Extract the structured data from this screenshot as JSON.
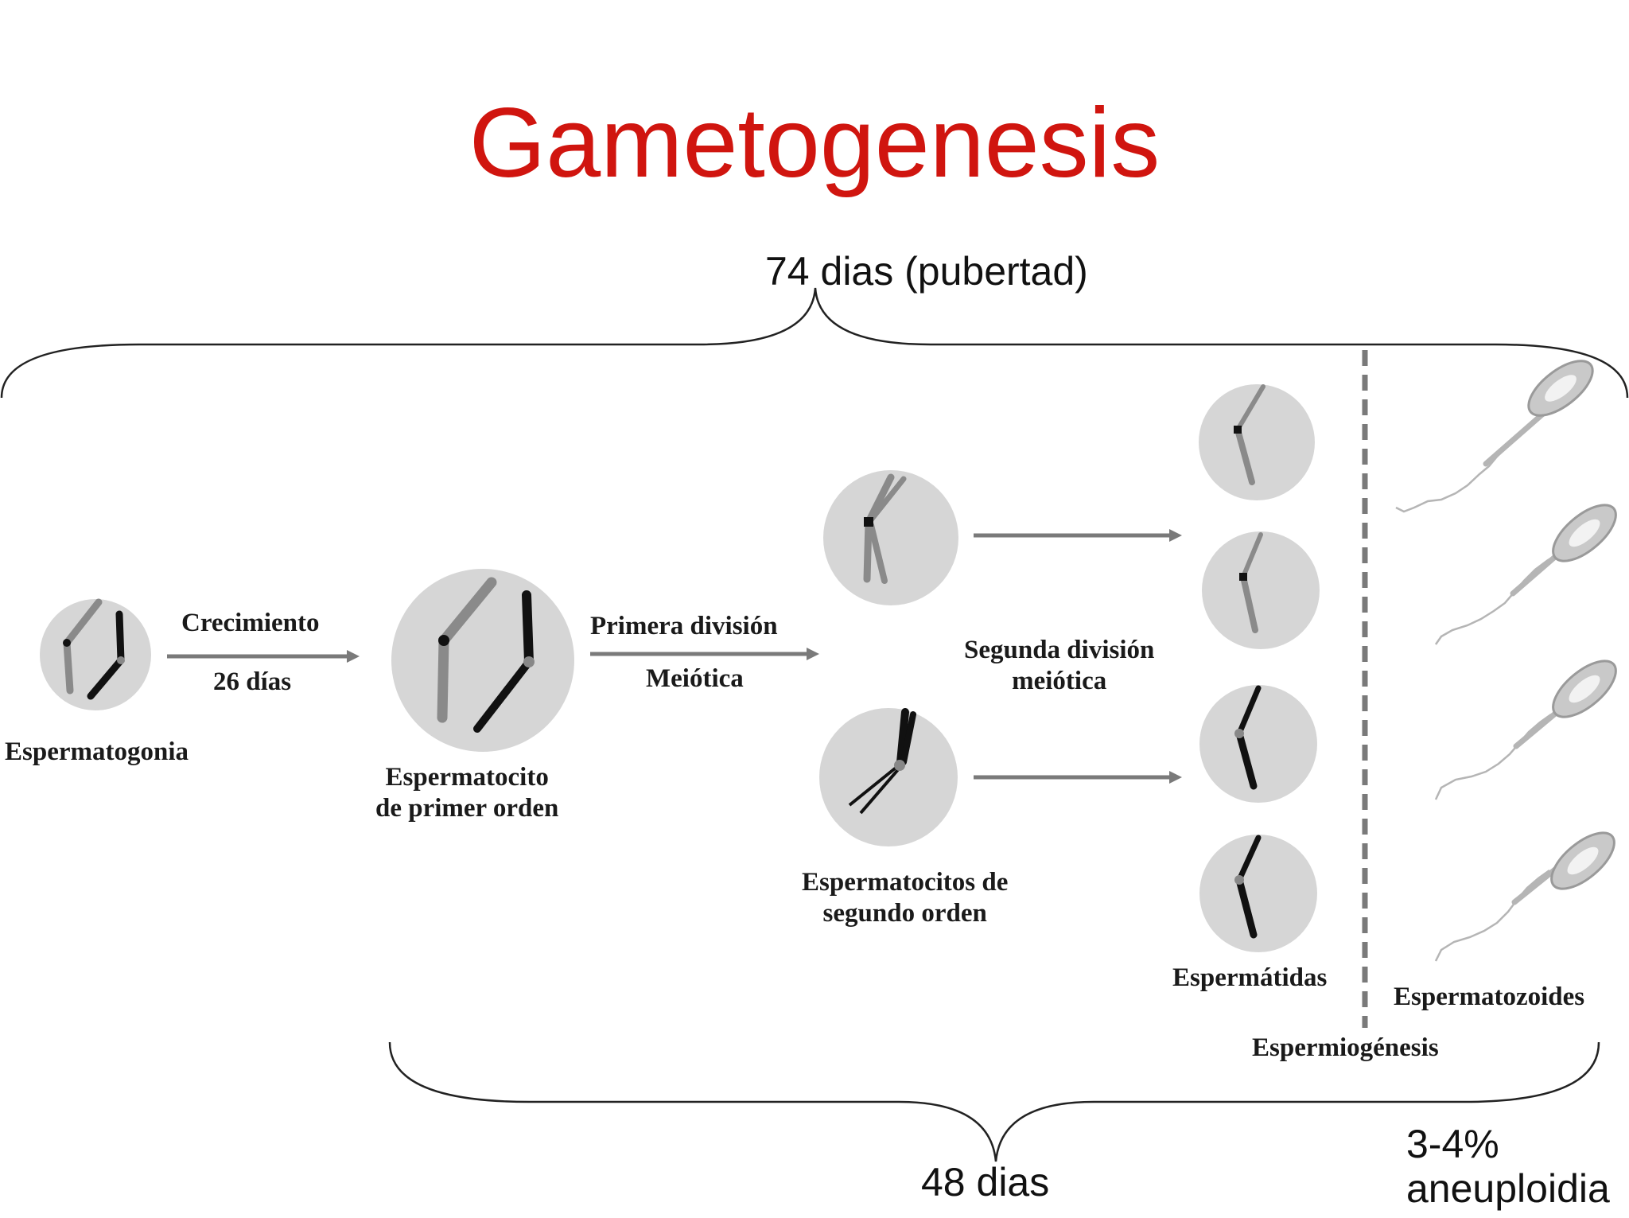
{
  "title": "Gametogenesis",
  "top_brace": {
    "label": "74 dias (pubertad)"
  },
  "bottom_brace": {
    "label": "48 dias"
  },
  "aneuploidy": {
    "line1": "3-4%",
    "line2": "aneuploidia"
  },
  "stages": {
    "spermatogonia": "Espermatogonia",
    "primary_line1": "Espermatocito",
    "primary_line2": "de primer orden",
    "secondary_line1": "Espermatocitos de",
    "secondary_line2": "segundo orden",
    "spermatids": "Espermátidas",
    "spermatozoa": "Espermatozoides",
    "spermiogenesis": "Espermiogénesis"
  },
  "arrows": {
    "growth_top": "Crecimiento",
    "growth_bottom": "26 días",
    "first_div_top": "Primera división",
    "first_div_bottom": "Meiótica",
    "second_div_line1": "Segunda división",
    "second_div_line2": "meiótica"
  },
  "colors": {
    "title": "#d0150f",
    "cell": "#d6d6d6",
    "arrow": "#7a7a7a"
  }
}
